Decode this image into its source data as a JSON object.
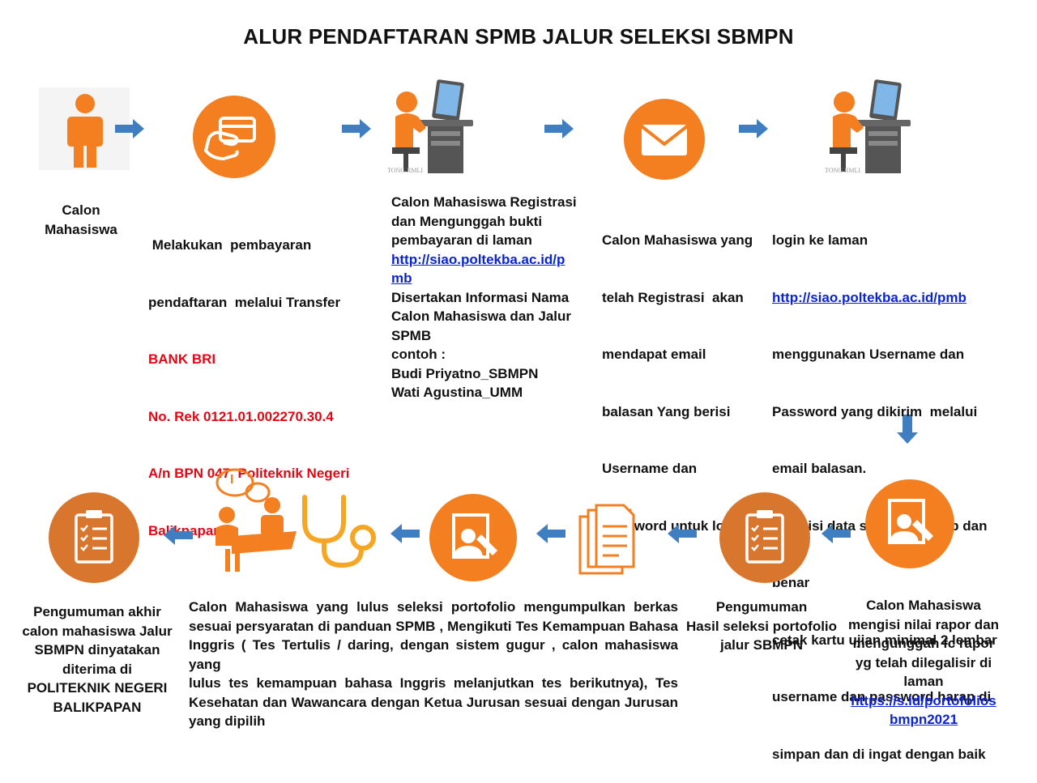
{
  "title": "ALUR PENDAFTARAN SPMB JALUR SELEKSI SBMPN",
  "colors": {
    "orange": "#f37f20",
    "brown": "#d9762e",
    "arrow_blue": "#3f7fc1",
    "link": "#0b22d6",
    "red": "#e30613"
  },
  "steps": {
    "s1": {
      "icon": "person-icon",
      "lines": [
        "Calon",
        "Mahasiswa"
      ]
    },
    "s2": {
      "icon": "payment-card-icon",
      "lines": [
        " Melakukan  pembayaran",
        "pendaftaran  melalui Transfer"
      ],
      "red_lines": [
        "BANK BRI",
        "No. Rek 0121.01.002270.30.4",
        "A/n BPN 047  Politeknik Negeri",
        "Balikpapan"
      ]
    },
    "s3": {
      "icon": "computer-user-icon",
      "watermark": "TONG RMLI",
      "lines_a": [
        "Calon Mahasiswa Registrasi",
        "dan Mengunggah bukti",
        "pembayaran di laman"
      ],
      "link_a": "http://siao.poltekba.ac.id/p",
      "link_b": "mb",
      "lines_b": [
        "Disertakan Informasi Nama",
        "Calon Mahasiswa dan Jalur",
        "SPMB",
        "contoh :",
        "Budi Priyatno_SBMPN",
        "Wati Agustina_UMM"
      ]
    },
    "s4": {
      "icon": "envelope-icon",
      "lines": [
        "Calon Mahasiswa yang",
        "telah Registrasi  akan",
        "mendapat email",
        "balasan Yang berisi",
        "Username dan",
        "Password untuk login"
      ]
    },
    "s5": {
      "icon": "computer-user-icon",
      "watermark": "TONG RMLI",
      "line_a": "login ke laman",
      "link": "http://siao.poltekba.ac.id/pmb",
      "lines_b": [
        "menggunakan Username dan",
        "Password yang dikirim  melalui",
        "email balasan.",
        "Mengisi data secara lengkap dan",
        "benar",
        "cetak kartu ujian minimal 2 lembar",
        "username dan password harap di",
        "simpan dan di ingat dengan baik"
      ]
    },
    "s6": {
      "icon": "profile-edit-icon",
      "lines": [
        "Calon Mahasiswa",
        "mengisi  nilai rapor dan",
        "mengunggah fc rapor",
        "yg telah dilegalisir di",
        "laman"
      ],
      "link_a": "https://s.id/portofolios",
      "link_b": "bmpn2021"
    },
    "s7": {
      "icon": "clipboard-checklist-icon",
      "lines": [
        "Pengumuman",
        "Hasil seleksi portofolio",
        "jalur SBMPN"
      ]
    },
    "s8": {
      "icon": "documents-icon"
    },
    "s9": {
      "icon": "profile-edit-icon"
    },
    "s10": {
      "icons": [
        "interview-icon",
        "stethoscope-icon"
      ],
      "interview_letter": "I",
      "lines": [
        "Calon Mahasiswa yang lulus seleksi portofolio mengumpulkan berkas",
        "sesuai persyaratan di panduan SPMB , Mengikuti Tes Kemampuan Bahasa",
        "Inggris ( Tes Tertulis / daring, dengan sistem gugur , calon mahasiswa yang",
        "lulus tes kemampuan bahasa Inggris melanjutkan tes berikutnya), Tes",
        "Kesehatan dan Wawancara dengan Ketua Jurusan sesuai dengan Jurusan",
        "yang dipilih"
      ]
    },
    "s11": {
      "icon": "clipboard-checklist-icon",
      "lines": [
        "Pengumuman akhir",
        "calon mahasiswa Jalur",
        "SBMPN dinyatakan",
        "diterima  di",
        "POLITEKNIK NEGERI",
        "BALIKPAPAN"
      ]
    }
  }
}
